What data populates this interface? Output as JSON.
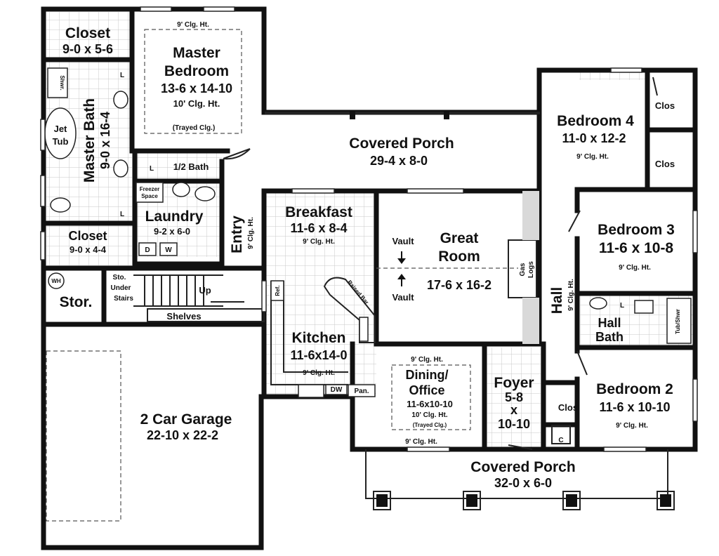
{
  "rooms": {
    "closet_top": {
      "name": "Closet",
      "dim": "9-0 x 5-6"
    },
    "master_bedroom": {
      "name1": "Master",
      "name2": "Bedroom",
      "dim": "13-6 x 14-10",
      "clg": "10' Clg. Ht.",
      "note": "(Trayed Clg.)",
      "clg_top": "9' Clg. Ht."
    },
    "master_bath": {
      "name": "Master Bath",
      "dim": "9-0 x 16-4",
      "shower": "Shwr.",
      "tub1": "Jet",
      "tub2": "Tub"
    },
    "half_bath": {
      "name": "1/2 Bath"
    },
    "freezer": {
      "line1": "Freezer",
      "line2": "Space"
    },
    "laundry": {
      "name": "Laundry",
      "dim": "9-2 x 6-0",
      "d": "D",
      "w": "W"
    },
    "closet_bottom": {
      "name": "Closet",
      "dim": "9-0 x 4-4"
    },
    "entry": {
      "name": "Entry",
      "clg": "9' Clg. Ht."
    },
    "storage": {
      "name": "Stor.",
      "wh": "WH"
    },
    "sto_under_stairs": {
      "line1": "Sto.",
      "line2": "Under",
      "line3": "Stairs",
      "up": "Up"
    },
    "shelves": {
      "name": "Shelves"
    },
    "garage": {
      "name": "2 Car Garage",
      "dim": "22-10 x 22-2"
    },
    "covered_porch_rear": {
      "name": "Covered Porch",
      "dim": "29-4 x 8-0"
    },
    "breakfast": {
      "name": "Breakfast",
      "dim": "11-6 x 8-4",
      "clg": "9' Clg. Ht."
    },
    "great_room": {
      "name1": "Great",
      "name2": "Room",
      "dim": "17-6 x 16-2",
      "vault_top": "Vault",
      "vault_bottom": "Vault",
      "gas1": "Gas",
      "gas2": "Logs"
    },
    "kitchen": {
      "name": "Kitchen",
      "dim": "11-6x14-0",
      "clg": "9' Clg. Ht.",
      "ref": "Ref.",
      "dw": "DW",
      "pan": "Pan.",
      "raised_bar": "Raised Bar"
    },
    "dining": {
      "name1": "Dining/",
      "name2": "Office",
      "dim": "11-6x10-10",
      "clg": "10' Clg. Ht.",
      "note": "(Trayed Clg.)",
      "clg_top": "9' Clg. Ht.",
      "clg_bottom": "9' Clg. Ht."
    },
    "foyer": {
      "name": "Foyer",
      "dim1": "5-8",
      "dim2": "x",
      "dim3": "10-10"
    },
    "covered_porch_front": {
      "name": "Covered Porch",
      "dim": "32-0 x 6-0"
    },
    "bedroom4": {
      "name": "Bedroom 4",
      "dim": "11-0 x 12-2",
      "clg": "9' Clg. Ht.",
      "clos1": "Clos",
      "clos2": "Clos"
    },
    "bedroom3": {
      "name": "Bedroom 3",
      "dim": "11-6 x 10-8",
      "clg": "9' Clg. Ht."
    },
    "hall": {
      "name": "Hall",
      "clg": "9' Clg. Ht."
    },
    "hall_bath": {
      "name1": "Hall",
      "name2": "Bath",
      "tub": "Tub/Shwr"
    },
    "bedroom2": {
      "name": "Bedroom 2",
      "dim": "11-6 x 10-10",
      "clg": "9' Clg. Ht.",
      "clos": "Clos",
      "c": "C"
    },
    "labels": {
      "L": "L"
    }
  }
}
